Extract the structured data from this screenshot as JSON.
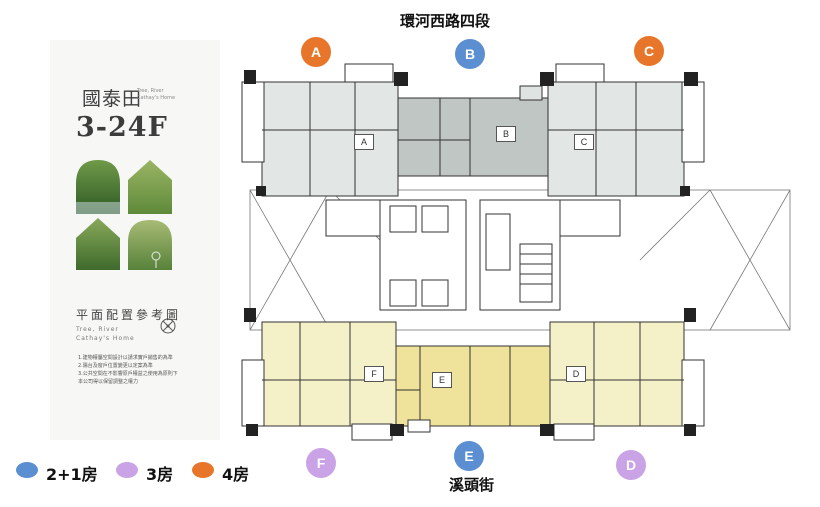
{
  "brochure": {
    "brand": "國泰田",
    "tagline": "Tree, River\nCathay's Home",
    "floors": "3-24F",
    "plan_title": "平面配置參考圖",
    "plan_subtitle": "Tree, River\nCathay's Home",
    "notes": "1.建物權屬空間設計以請求實戶銷售的為準\n2.陽台及窗戶位置變更以定案為準\n3.公共空間在不影響原戶權益之使用為原則下\n  本公司得以保留調整之權力"
  },
  "streets": {
    "north": "環河西路四段",
    "south": "溪頭街"
  },
  "badges": [
    {
      "letter": "A",
      "type": "4房"
    },
    {
      "letter": "B",
      "type": "2+1房"
    },
    {
      "letter": "C",
      "type": "4房"
    },
    {
      "letter": "F",
      "type": "3房"
    },
    {
      "letter": "E",
      "type": "2+1房"
    },
    {
      "letter": "D",
      "type": "3房"
    }
  ],
  "unit_labels": [
    "A",
    "B",
    "C",
    "F",
    "E",
    "D"
  ],
  "legend": [
    {
      "label": "2+1房",
      "color": "#5b8fd1"
    },
    {
      "label": "3房",
      "color": "#c9a3e6"
    },
    {
      "label": "4房",
      "color": "#e8762a"
    }
  ],
  "colors": {
    "two_plus_one": "#5b8fd1",
    "three_room": "#c9a3e6",
    "four_room": "#e8762a",
    "unit_grey": "#e2e6e4",
    "unit_grey_dark": "#bfc6c3",
    "unit_yellow": "#f4f0c8",
    "unit_yellow_dark": "#efe29a",
    "wall": "#222222"
  }
}
